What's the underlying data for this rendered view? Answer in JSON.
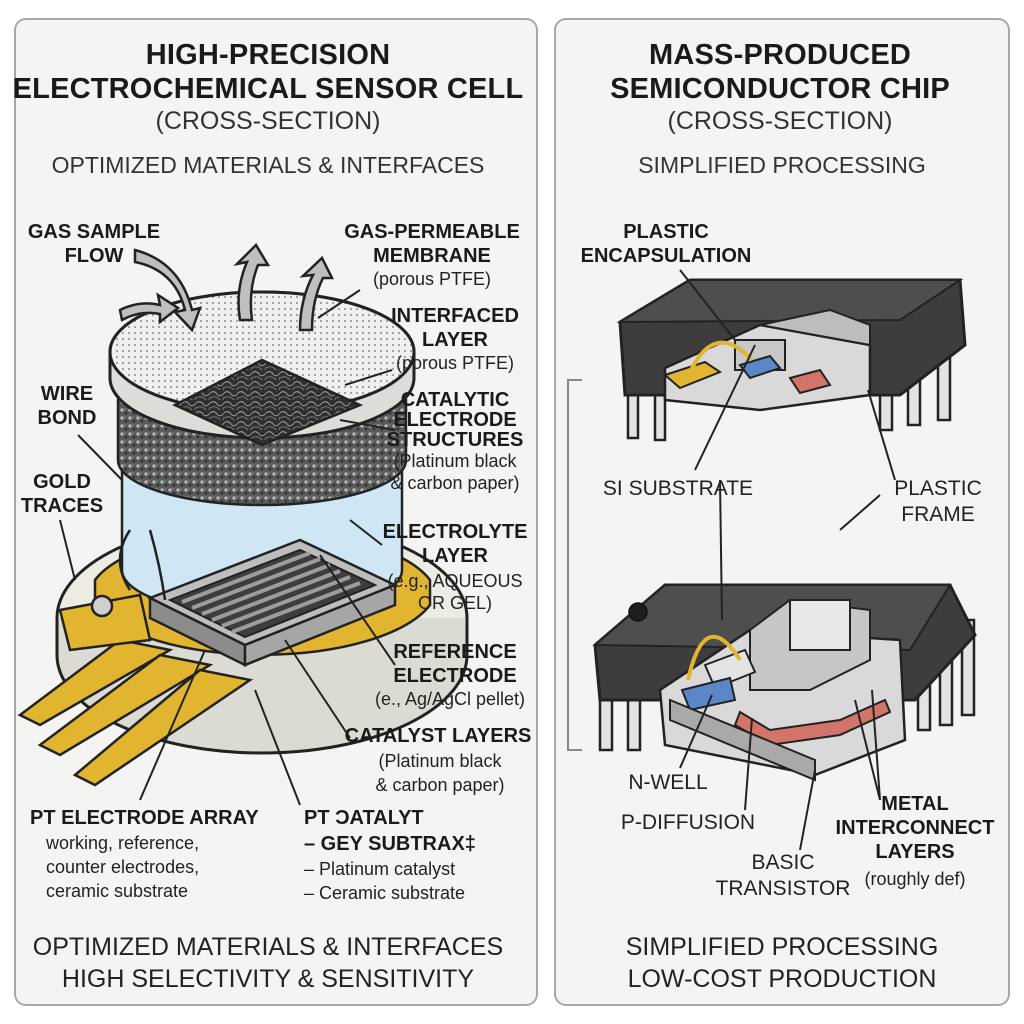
{
  "left": {
    "title_line1": "HIGH-PRECISION",
    "title_line2": "ELECTROCHEMICAL SENSOR CELL",
    "subtitle": "(CROSS-SECTION)",
    "tagline": "OPTIMIZED MATERIALS & INTERFACES",
    "labels": {
      "gas_sample_line1": "GAS SAMPLE",
      "gas_sample_line2": "FLOW",
      "membrane_line1": "GAS-PERMEABLE",
      "membrane_line2": "MEMBRANE",
      "membrane_sub": "(porous PTFE)",
      "interfaced_line1": "INTERFACED",
      "interfaced_line2": "LAYER",
      "interfaced_sub": "(porous PTFE)",
      "wire_bond_line1": "WIRE",
      "wire_bond_line2": "BOND",
      "catalytic_line1": "CATALYTIC",
      "catalytic_line2": "ELECTRODE",
      "catalytic_line3": "STRUCTURES",
      "catalytic_sub1": "(Platinum black",
      "catalytic_sub2": "& carbon paper)",
      "gold_traces_line1": "GOLD",
      "gold_traces_line2": "TRACES",
      "electrolyte_line1": "ELECTROLYTE",
      "electrolyte_line2": "LAYER",
      "electrolyte_sub1": "(e.g., AQUEOUS",
      "electrolyte_sub2": "OR GEL)",
      "reference_line1": "REFERENCE",
      "reference_line2": "ELECTRODE",
      "reference_sub": "(e., Ag/AgCl pellet)",
      "catalyst_layers": "CATALYST LAYERS",
      "catalyst_sub1": "(Platinum black",
      "catalyst_sub2": "& carbon paper)",
      "pt_array": "PT ELECTRODE ARRAY",
      "pt_array_sub1": "working, reference,",
      "pt_array_sub2": "counter electrodes,",
      "pt_array_sub3": "ceramic substrate",
      "pt_catalyst_line1": "PT ϽATALYT",
      "pt_catalyst_line2": "– GEY SUBTRAX‡",
      "pt_catalyst_sub1": "– Platinum catalyst",
      "pt_catalyst_sub2": "– Ceramic substrate"
    },
    "footer_line1": "OPTIMIZED MATERIALS & INTERFACES",
    "footer_line2": "HIGH SELECTIVITY & SENSITIVITY"
  },
  "right": {
    "title_line1": "MASS-PRODUCED",
    "title_line2": "SEMICONDUCTOR CHIP",
    "subtitle": "(CROSS-SECTION)",
    "tagline": "SIMPLIFIED PROCESSING",
    "labels": {
      "plastic_encap_line1": "PLASTIC",
      "plastic_encap_line2": "ENCAPSULATION",
      "si_substrate": "SI SUBSTRATE",
      "plastic_frame_line1": "PLASTIC",
      "plastic_frame_line2": "FRAME",
      "n_well": "N-WELL",
      "p_diffusion": "P-DIFFUSION",
      "basic_transistor_line1": "BASIC",
      "basic_transistor_line2": "TRANSISTOR",
      "metal_line1": "METAL",
      "metal_line2": "INTERCONNECT",
      "metal_line3": "LAYERS",
      "metal_sub": "(roughly def)"
    },
    "footer_line1": "SIMPLIFIED PROCESSING",
    "footer_line2": "LOW-COST PRODUCTION"
  },
  "colors": {
    "gold": "#e2b530",
    "electrolyte": "#cfe6f4",
    "chip_body": "#3d3d3d",
    "blue_region": "#5b86c8",
    "red_region": "#d2746a"
  }
}
